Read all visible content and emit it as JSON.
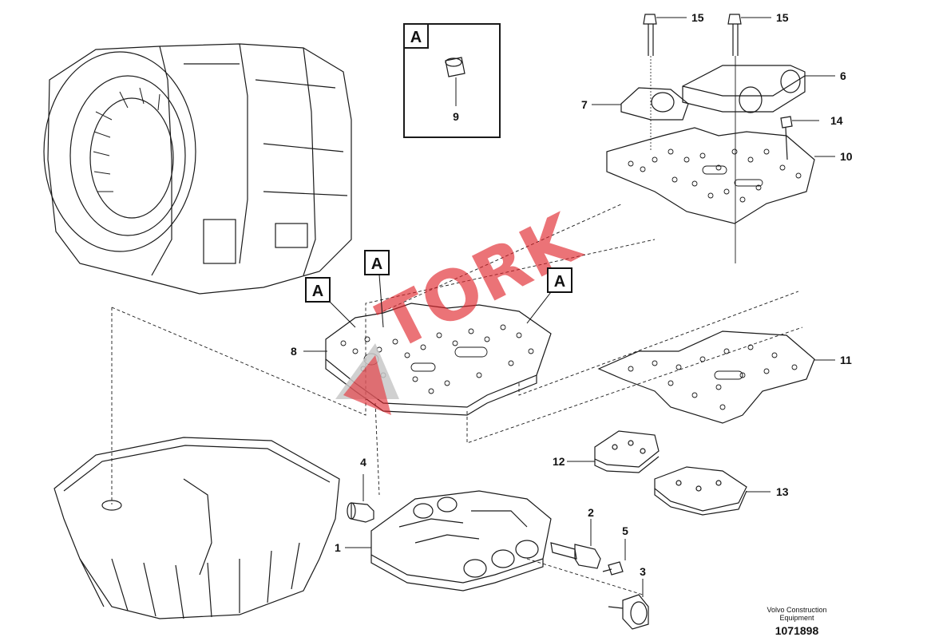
{
  "detail_view": {
    "letter": "A",
    "part_label": "9"
  },
  "callout_markers": [
    "A",
    "A",
    "A"
  ],
  "part_labels": {
    "p1": "1",
    "p2": "2",
    "p3": "3",
    "p4": "4",
    "p5": "5",
    "p6": "6",
    "p7": "7",
    "p8": "8",
    "p10": "10",
    "p11": "11",
    "p12": "12",
    "p13": "13",
    "p14": "14",
    "p15a": "15",
    "p15b": "15"
  },
  "caption": {
    "line1": "Volvo Construction",
    "line2": "Equipment",
    "doc_number": "1071898"
  },
  "watermark": {
    "text": "TORK",
    "color": "#e0242b",
    "secondary_color": "#c8c8c8"
  }
}
